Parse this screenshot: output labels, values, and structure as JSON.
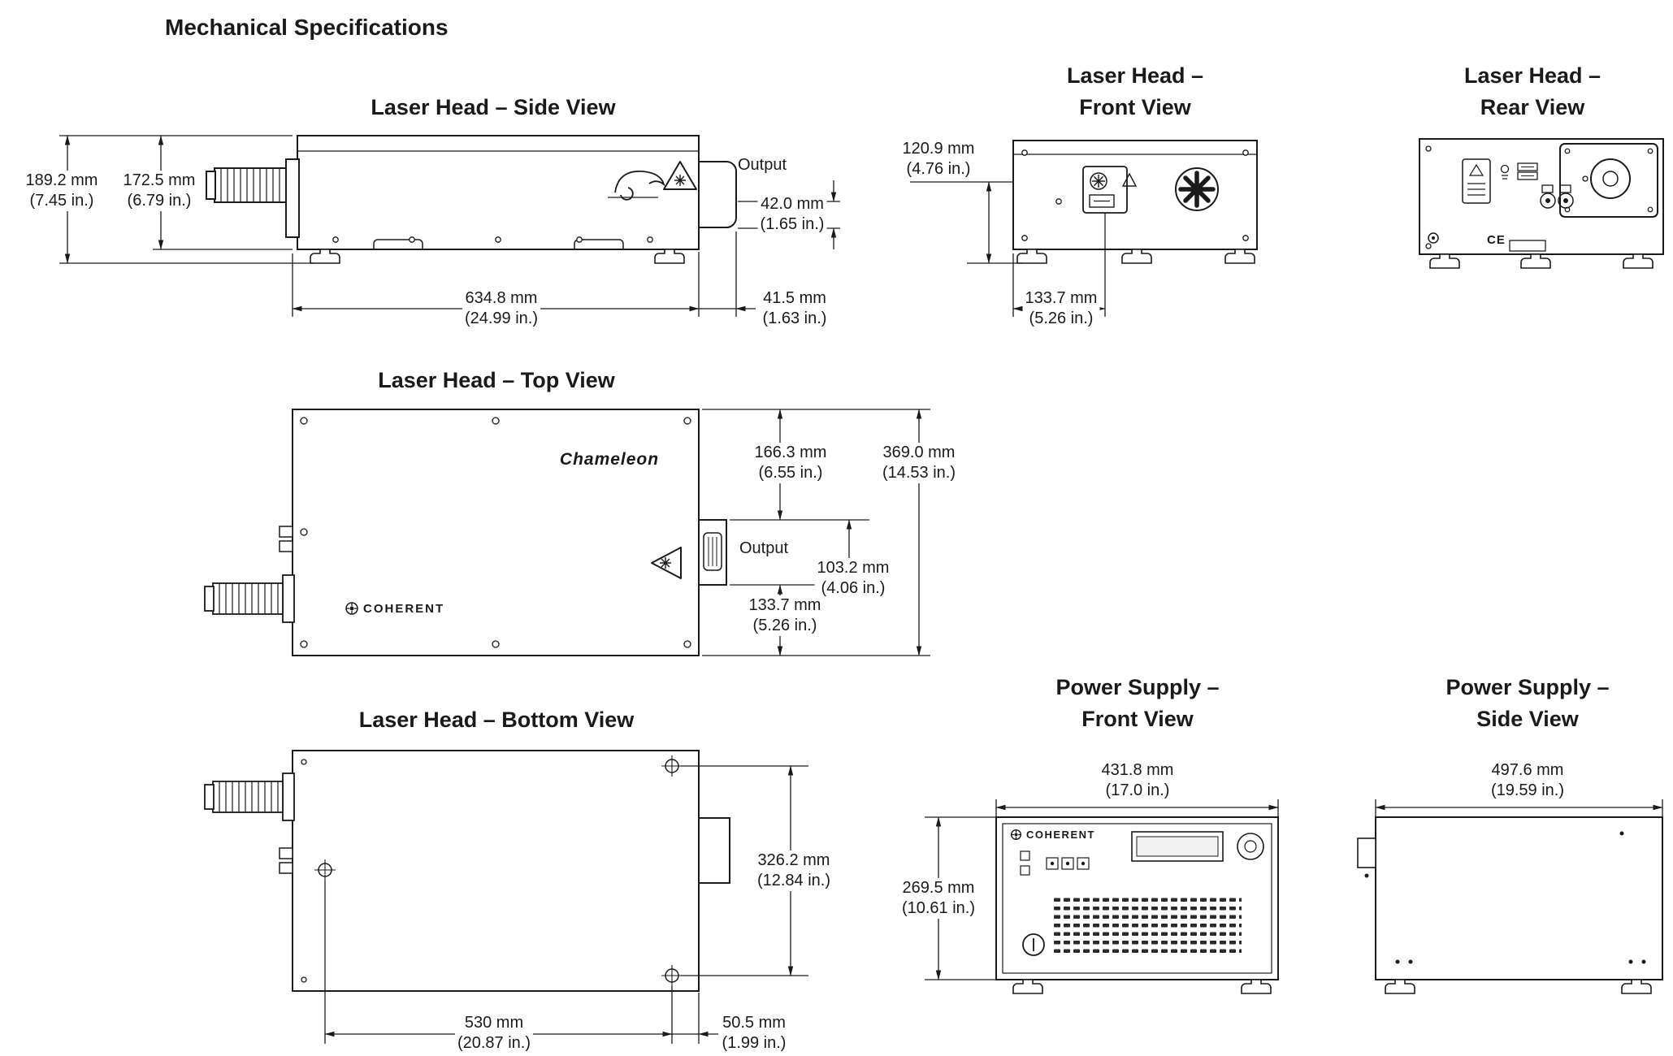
{
  "title": "Mechanical Specifications",
  "labels": {
    "output": "Output"
  },
  "brand": {
    "chameleon": "Chameleon",
    "coherent": "COHERENT",
    "ce": "CE"
  },
  "colors": {
    "line": "#1a1a1a",
    "background": "#ffffff"
  },
  "views": {
    "side": {
      "title": "Laser Head – Side View",
      "dim_height_overall": {
        "mm": "189.2 mm",
        "in": "(7.45 in.)"
      },
      "dim_height_body": {
        "mm": "172.5 mm",
        "in": "(6.79 in.)"
      },
      "dim_output_height": {
        "mm": "42.0 mm",
        "in": "(1.65 in.)"
      },
      "dim_length": {
        "mm": "634.8 mm",
        "in": "(24.99 in.)"
      },
      "dim_output_length": {
        "mm": "41.5 mm",
        "in": "(1.63 in.)"
      }
    },
    "front": {
      "title_line1": "Laser Head –",
      "title_line2": "Front View",
      "dim_aperture_height": {
        "mm": "120.9 mm",
        "in": "(4.76 in.)"
      },
      "dim_aperture_offset": {
        "mm": "133.7 mm",
        "in": "(5.26 in.)"
      }
    },
    "rear": {
      "title_line1": "Laser Head –",
      "title_line2": "Rear View"
    },
    "top": {
      "title": "Laser Head – Top View",
      "dim_output_from_top": {
        "mm": "166.3 mm",
        "in": "(6.55 in.)"
      },
      "dim_width": {
        "mm": "369.0 mm",
        "in": "(14.53 in.)"
      },
      "dim_output_span": {
        "mm": "103.2 mm",
        "in": "(4.06 in.)"
      },
      "dim_output_from_bottom": {
        "mm": "133.7 mm",
        "in": "(5.26 in.)"
      }
    },
    "bottom": {
      "title": "Laser Head – Bottom View",
      "dim_hole_spacing_depth": {
        "mm": "326.2 mm",
        "in": "(12.84 in.)"
      },
      "dim_hole_spacing_length": {
        "mm": "530 mm",
        "in": "(20.87 in.)"
      },
      "dim_hole_to_edge": {
        "mm": "50.5 mm",
        "in": "(1.99 in.)"
      }
    },
    "ps_front": {
      "title_line1": "Power Supply –",
      "title_line2": "Front View",
      "dim_width": {
        "mm": "431.8 mm",
        "in": "(17.0 in.)"
      },
      "dim_height": {
        "mm": "269.5 mm",
        "in": "(10.61 in.)"
      }
    },
    "ps_side": {
      "title_line1": "Power Supply –",
      "title_line2": "Side View",
      "dim_depth": {
        "mm": "497.6 mm",
        "in": "(19.59 in.)"
      }
    }
  }
}
